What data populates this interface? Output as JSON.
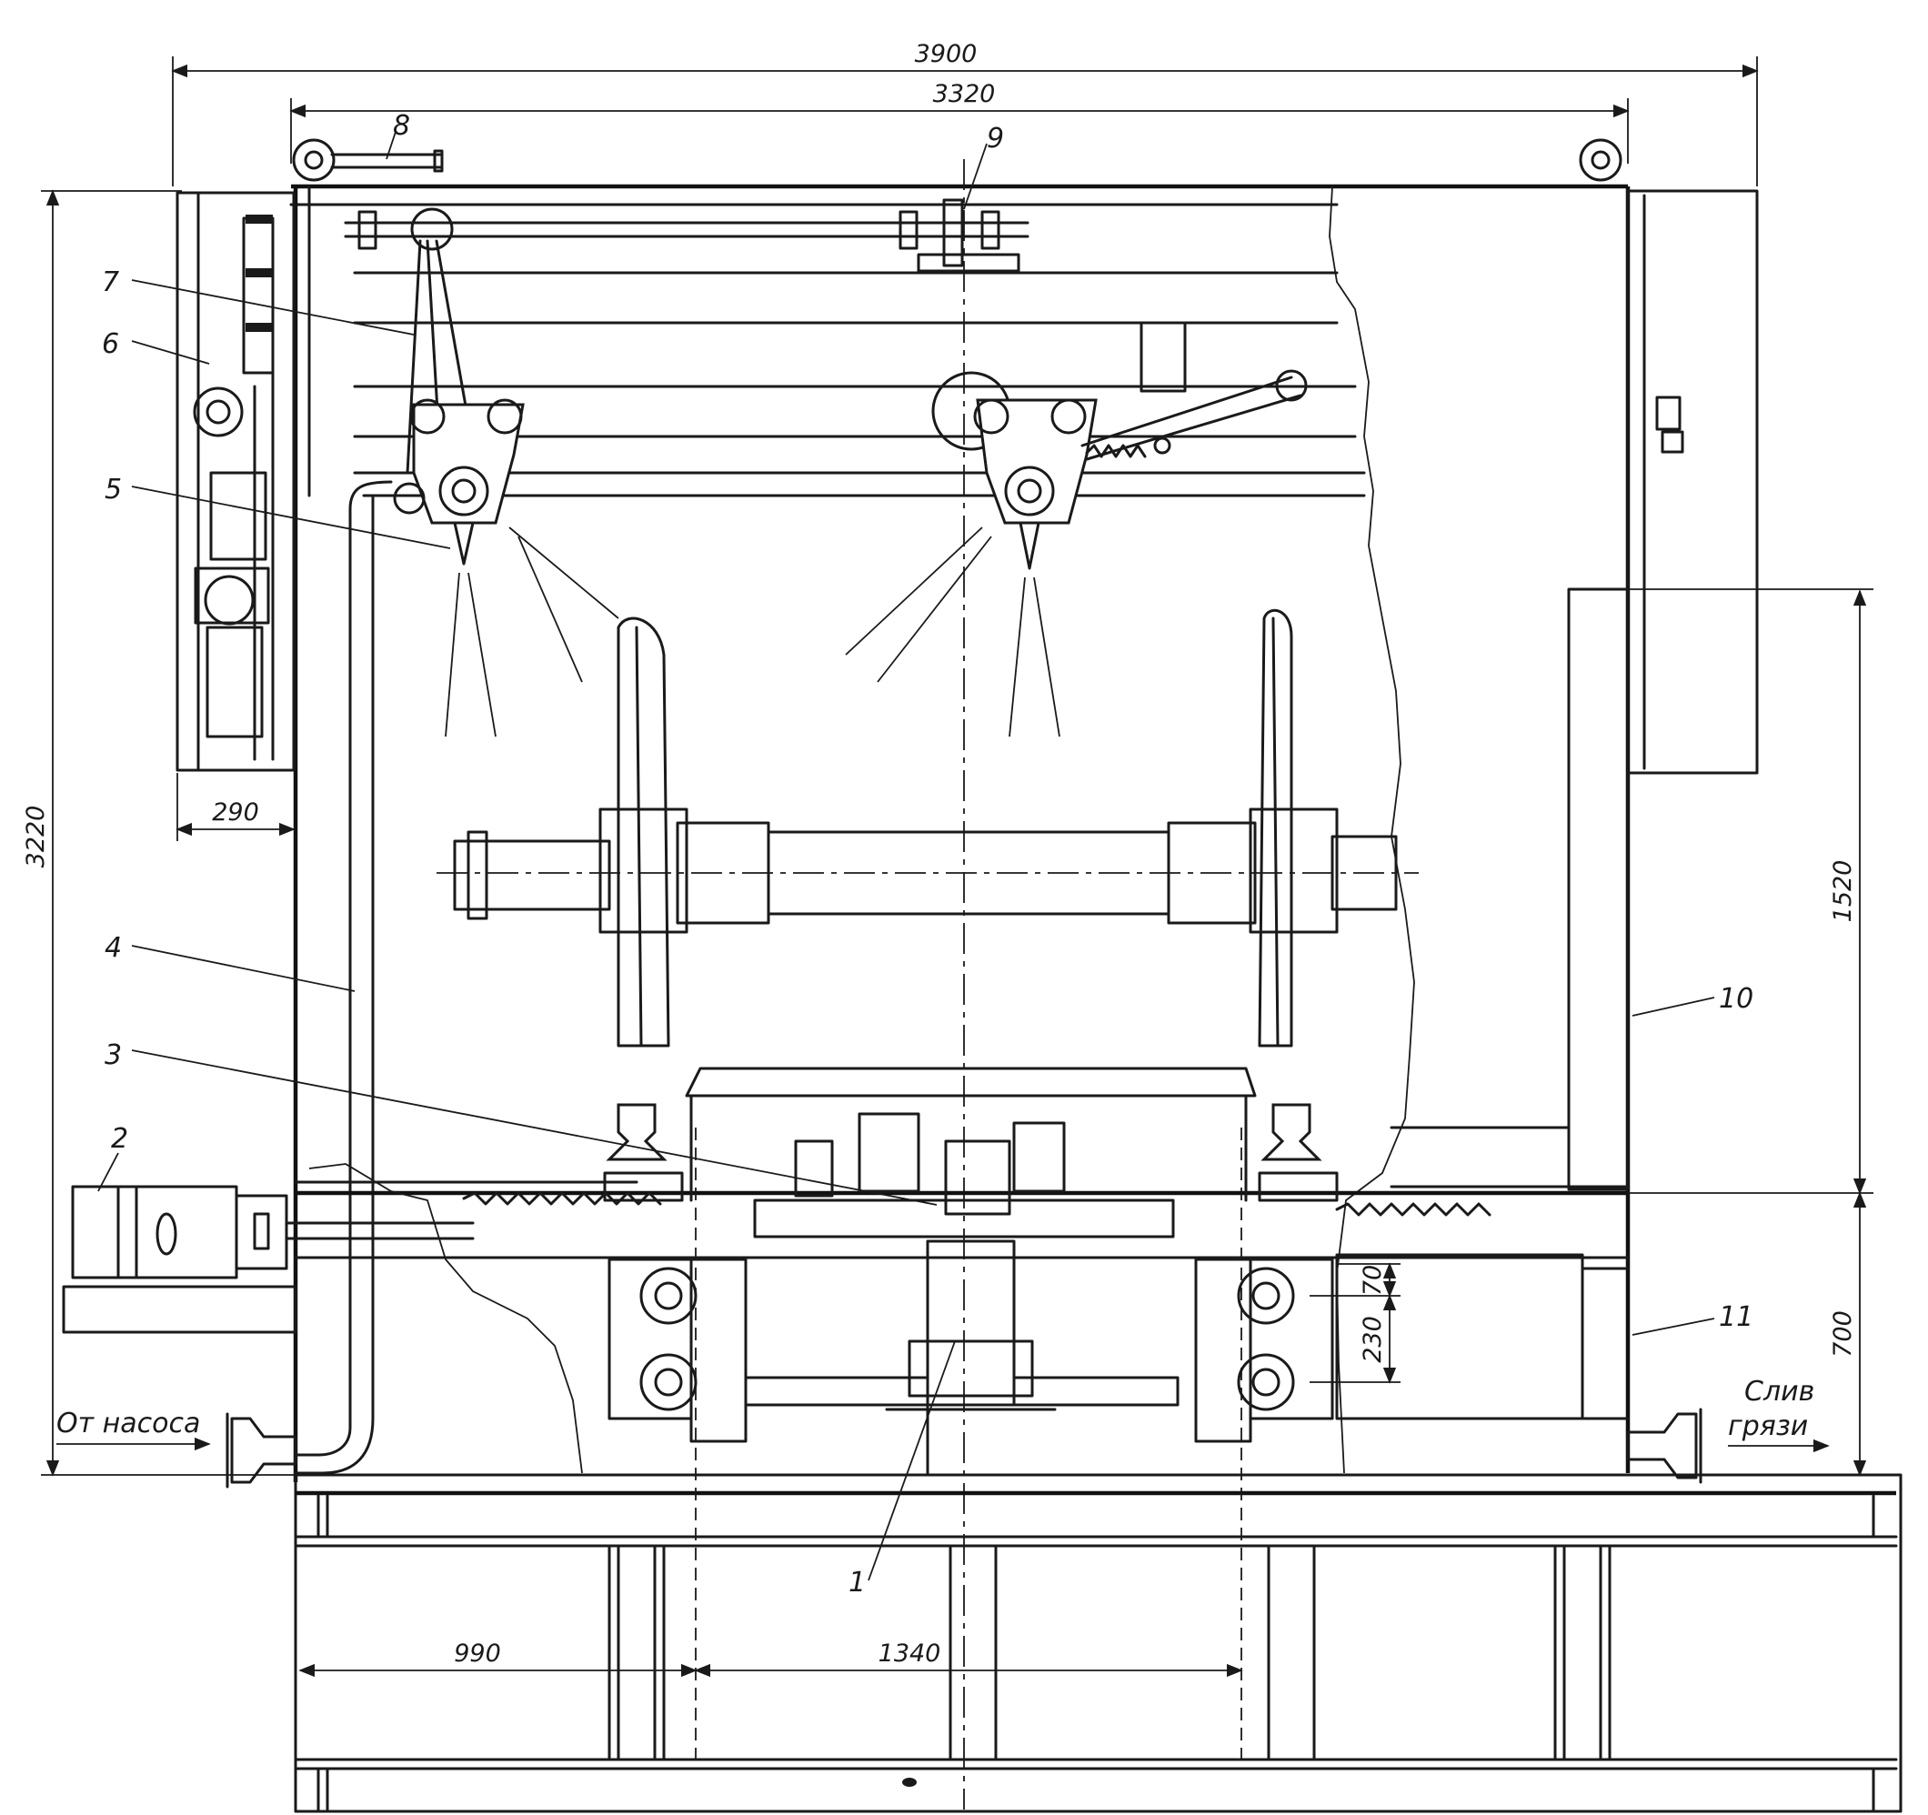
{
  "dimensions": {
    "overall_width": "3900",
    "inner_width": "3320",
    "overall_height": "3220",
    "panel_width": "290",
    "tank_height": "1520",
    "base_height": "700",
    "roller_spacing_70": "70",
    "roller_spacing_230": "230",
    "rail_offset": "990",
    "rail_gauge": "1340"
  },
  "callouts": {
    "c1": "1",
    "c2": "2",
    "c3": "3",
    "c4": "4",
    "c5": "5",
    "c6": "6",
    "c7": "7",
    "c8": "8",
    "c9": "9",
    "c10": "10",
    "c11": "11"
  },
  "notes": {
    "inlet_line1": "От насоса",
    "outlet_line1": "Слив",
    "outlet_line2": "грязи"
  }
}
